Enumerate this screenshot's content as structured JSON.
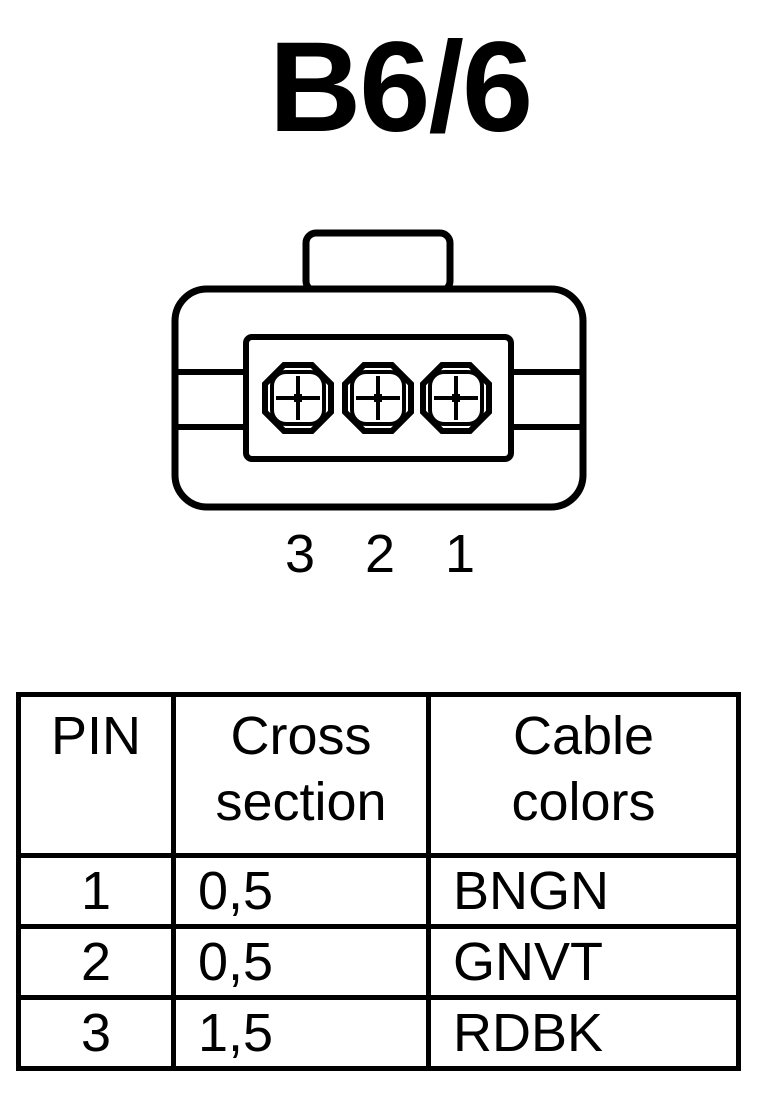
{
  "title": "B6/6",
  "connector": {
    "pin_numbers": [
      "3",
      "2",
      "1"
    ]
  },
  "table": {
    "headers": {
      "pin": "PIN",
      "cross_line1": "Cross",
      "cross_line2": "section",
      "color_line1": "Cable",
      "color_line2": "colors"
    },
    "rows": [
      {
        "pin": "1",
        "cross_section": "0,5",
        "color": "BNGN"
      },
      {
        "pin": "2",
        "cross_section": "0,5",
        "color": "GNVT"
      },
      {
        "pin": "3",
        "cross_section": "1,5",
        "color": "RDBK"
      }
    ]
  }
}
